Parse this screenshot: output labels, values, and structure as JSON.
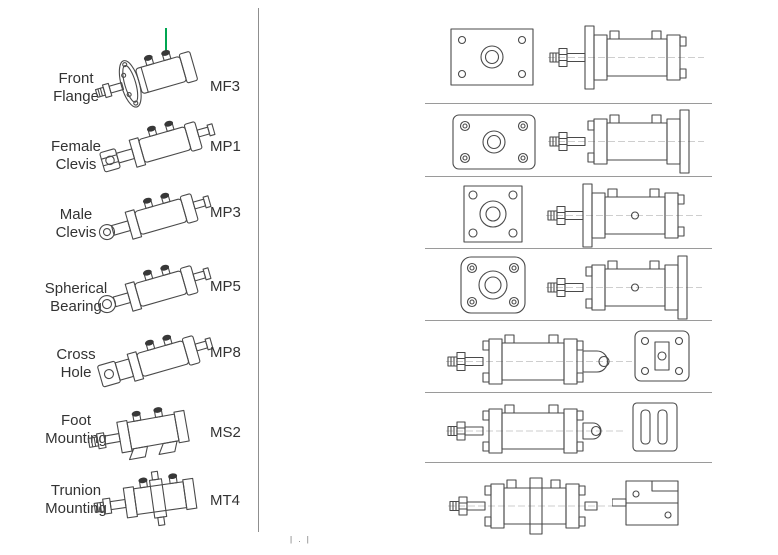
{
  "accent_color": "#00a651",
  "line_color": "#4a4a4a",
  "left_panel": {
    "items": [
      {
        "label_line1": "Front",
        "label_line2": "Flange",
        "code": "MF3",
        "drawing": "front-flange-iso"
      },
      {
        "label_line1": "Female",
        "label_line2": "Clevis",
        "code": "MP1",
        "drawing": "female-clevis-iso"
      },
      {
        "label_line1": "Male",
        "label_line2": "Clevis",
        "code": "MP3",
        "drawing": "male-clevis-iso"
      },
      {
        "label_line1": "Spherical",
        "label_line2": "Bearing",
        "code": "MP5",
        "drawing": "spherical-bearing-iso"
      },
      {
        "label_line1": "Cross",
        "label_line2": "Hole",
        "code": "MP8",
        "drawing": "cross-hole-iso"
      },
      {
        "label_line1": "Foot",
        "label_line2": "Mounting",
        "code": "MS2",
        "drawing": "foot-mounting-iso"
      },
      {
        "label_line1": "Trunion",
        "label_line2": "Mounting",
        "code": "MT4",
        "drawing": "trunion-mounting-iso"
      }
    ]
  },
  "right_panel": {
    "rows": [
      {
        "front_view": "rectangular-flange-front-view",
        "side_view": "cylinder-front-rect-flange-side-view"
      },
      {
        "front_view": "rounded-rect-flange-front-view",
        "side_view": "cylinder-rear-rect-flange-side-view"
      },
      {
        "front_view": "square-flange-front-view",
        "side_view": "cylinder-front-square-flange-side-view"
      },
      {
        "front_view": "rounded-square-flange-front-view",
        "side_view": "cylinder-rear-square-flange-side-view"
      },
      {
        "front_view": "clevis-bracket-front-view",
        "side_view": "cylinder-rear-clevis-side-view"
      },
      {
        "front_view": "slotted-plate-front-view",
        "side_view": "cylinder-rear-eye-side-view"
      },
      {
        "front_view": "trunnion-block-view",
        "side_view": "cylinder-trunnion-side-view"
      }
    ]
  },
  "footer_marks": "| . |"
}
